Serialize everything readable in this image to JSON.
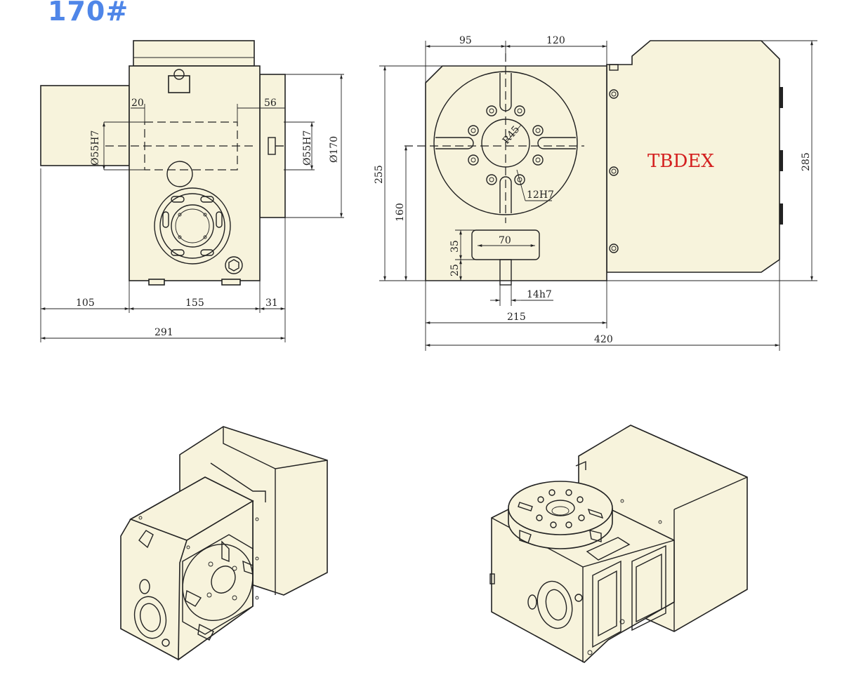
{
  "title": "170#",
  "brand": "TBDEX",
  "colors": {
    "title": "#4f86e8",
    "brand": "#d42020",
    "body_fill": "#f7f3dc",
    "line": "#222222"
  },
  "side_view": {
    "dims": {
      "d20": "20",
      "d56": "56",
      "bore_left": "Ø55H7",
      "bore_right": "Ø55H7",
      "dia170": "Ø170",
      "d105": "105",
      "d155": "155",
      "d31": "31",
      "d291": "291"
    }
  },
  "front_view": {
    "dims": {
      "d95": "95",
      "d120": "120",
      "d255": "255",
      "d160": "160",
      "d285": "285",
      "r45": "R45",
      "h12": "12H7",
      "d35": "35",
      "d25": "25",
      "d70": "70",
      "h14": "14h7",
      "d215": "215",
      "d420": "420"
    }
  }
}
